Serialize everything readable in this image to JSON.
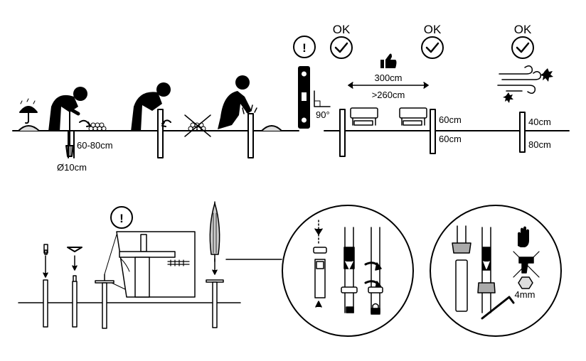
{
  "labels": {
    "hole_depth": "60-80cm",
    "hole_diameter": "Ø10cm",
    "warning_mark": "!",
    "ok_1": "OK",
    "ok_2": "OK",
    "ok_3": "OK",
    "spacing_max": "300cm",
    "spacing_min": ">260cm",
    "angle": "90°",
    "above_ground_a": "60cm",
    "below_ground_a": "60cm",
    "above_ground_b": "40cm",
    "below_ground_b": "80cm",
    "hex_key_size": "4mm"
  },
  "icons": [
    "umbrella-rain-icon",
    "person-digging-icon",
    "warning-icon",
    "check-icon",
    "thumbs-up-icon",
    "spirit-level-icon",
    "wind-icon",
    "leaf-icon",
    "hand-stop-icon",
    "drill-crossed-icon",
    "hex-nut-icon",
    "hex-key-icon",
    "push-arrow-icon",
    "rotate-arrow-icon",
    "padlock-icon"
  ]
}
